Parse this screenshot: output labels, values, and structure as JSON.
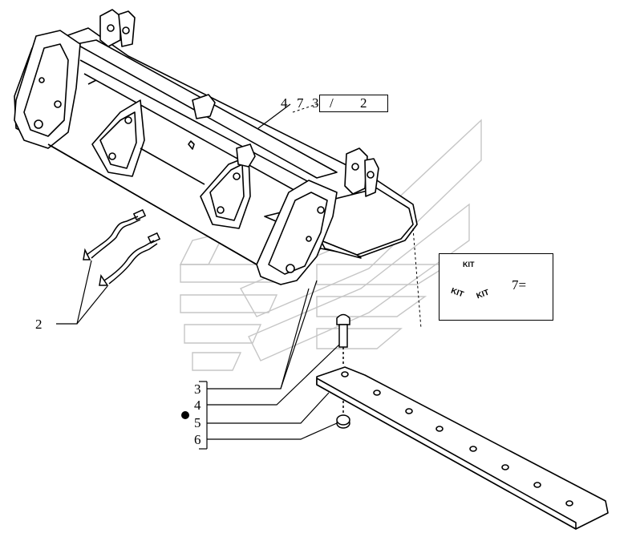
{
  "callouts": {
    "pipes": "2",
    "bucket_top": "4",
    "bucket_mid": "7",
    "bucket_right": "3",
    "ref_left": "/",
    "ref_right": "2",
    "edge_3": "3",
    "edge_4": "4",
    "edge_5": "5",
    "edge_6": "6"
  },
  "kit": {
    "cube_label_top": "KIT",
    "cube_label_left": "KIT",
    "cube_label_right": "KIT",
    "note": "7="
  },
  "colors": {
    "line": "#000000",
    "watermark": "#c8c8c8",
    "background": "#ffffff"
  }
}
